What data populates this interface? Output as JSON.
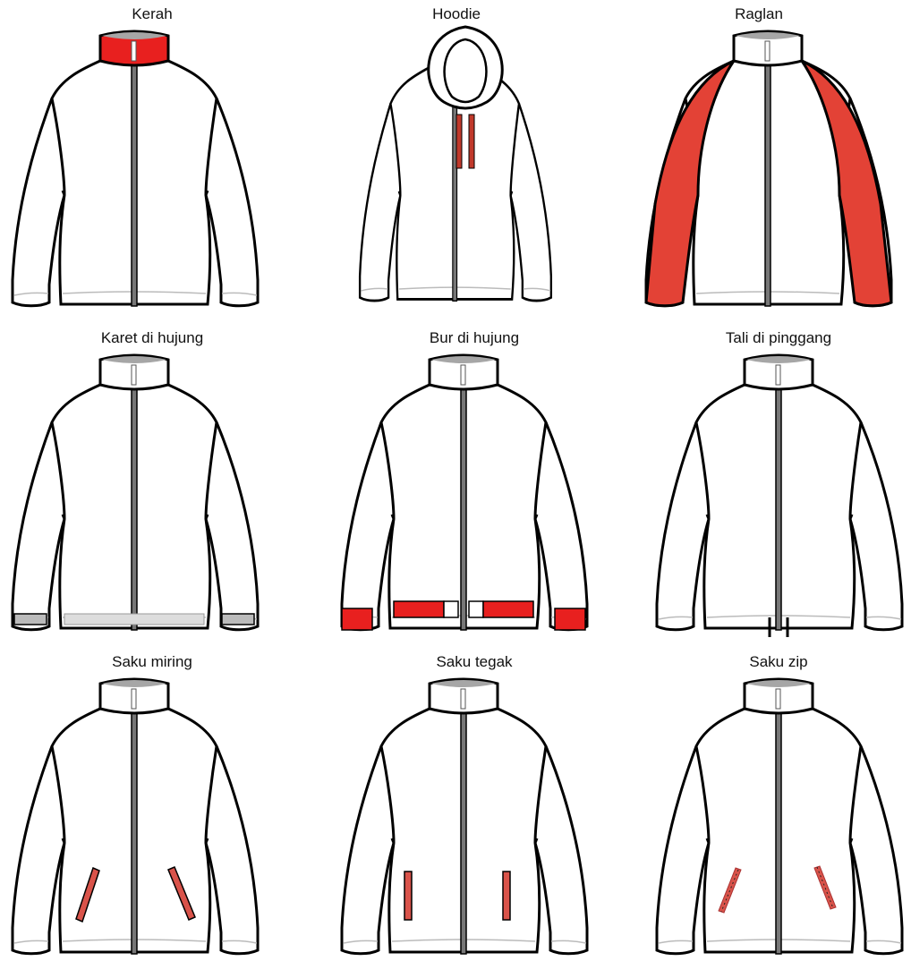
{
  "colors": {
    "accent_red": "#e8201f",
    "raglan_red": "#e34236",
    "pocket_red": "#d9534a",
    "collar_inner": "#a6a6a6",
    "outline": "#000000",
    "zipper": "#777777"
  },
  "items": [
    {
      "label": "Kerah",
      "variant": "collar"
    },
    {
      "label": "Hoodie",
      "variant": "hoodie"
    },
    {
      "label": "Raglan",
      "variant": "raglan"
    },
    {
      "label": "Karet di hujung",
      "variant": "elastic-cuffs"
    },
    {
      "label": "Bur di hujung",
      "variant": "rib-cuffs"
    },
    {
      "label": "Tali di pinggang",
      "variant": "waist-drawstring"
    },
    {
      "label": "Saku miring",
      "variant": "slanted-pockets"
    },
    {
      "label": "Saku tegak",
      "variant": "vertical-pockets"
    },
    {
      "label": "Saku zip",
      "variant": "zip-pockets"
    }
  ]
}
